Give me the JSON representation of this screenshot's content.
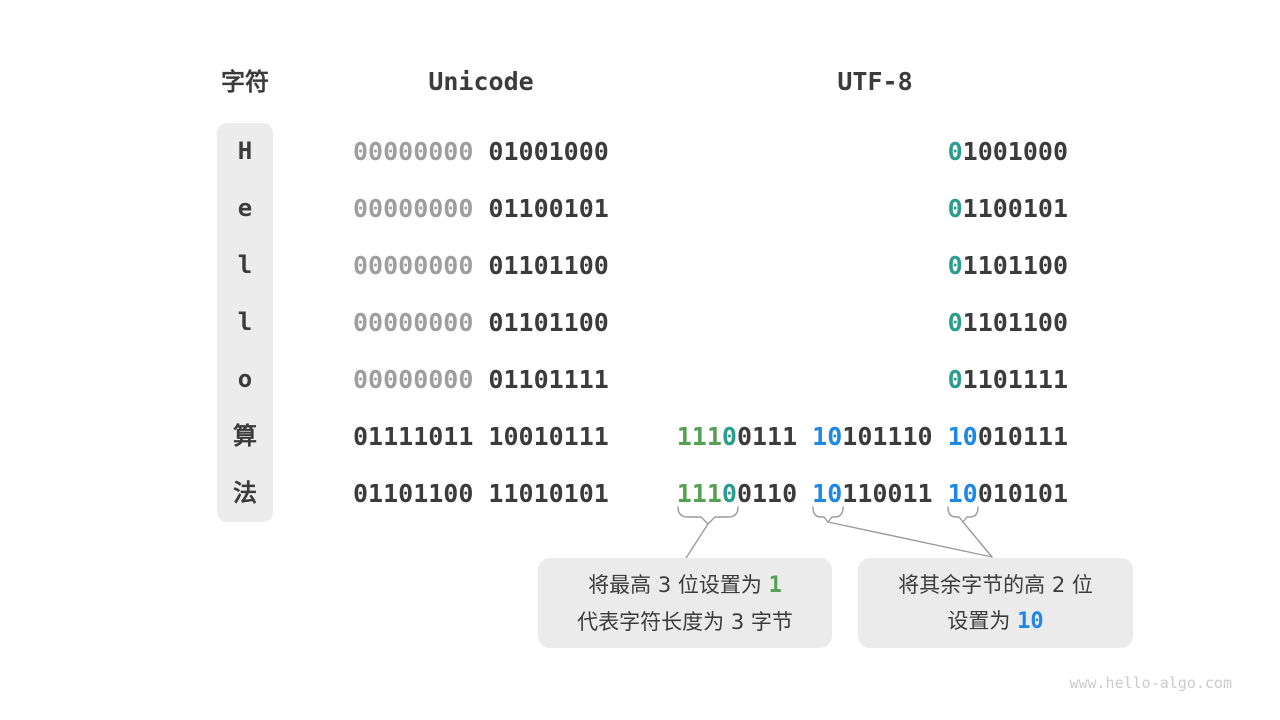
{
  "header": {
    "char_label": "字符",
    "unicode_label": "Unicode",
    "utf8_label": "UTF-8"
  },
  "colors": {
    "dark": "#3b3b3b",
    "muted_gray": "#9e9e9e",
    "teal": "#2a9d8f",
    "green": "#54a251",
    "blue": "#1e88e5",
    "box_bg": "#ebebeb",
    "strip_bg": "#ececec"
  },
  "rows": [
    {
      "char": "H",
      "unicode": [
        {
          "t": "00000000",
          "c": "muted"
        },
        {
          "t": "01001000",
          "c": "dark"
        }
      ],
      "utf8": [
        [
          {
            "t": "0",
            "c": "teal"
          },
          {
            "t": "1001000",
            "c": "dark"
          }
        ]
      ]
    },
    {
      "char": "e",
      "unicode": [
        {
          "t": "00000000",
          "c": "muted"
        },
        {
          "t": "01100101",
          "c": "dark"
        }
      ],
      "utf8": [
        [
          {
            "t": "0",
            "c": "teal"
          },
          {
            "t": "1100101",
            "c": "dark"
          }
        ]
      ]
    },
    {
      "char": "l",
      "unicode": [
        {
          "t": "00000000",
          "c": "muted"
        },
        {
          "t": "01101100",
          "c": "dark"
        }
      ],
      "utf8": [
        [
          {
            "t": "0",
            "c": "teal"
          },
          {
            "t": "1101100",
            "c": "dark"
          }
        ]
      ]
    },
    {
      "char": "l",
      "unicode": [
        {
          "t": "00000000",
          "c": "muted"
        },
        {
          "t": "01101100",
          "c": "dark"
        }
      ],
      "utf8": [
        [
          {
            "t": "0",
            "c": "teal"
          },
          {
            "t": "1101100",
            "c": "dark"
          }
        ]
      ]
    },
    {
      "char": "o",
      "unicode": [
        {
          "t": "00000000",
          "c": "muted"
        },
        {
          "t": "01101111",
          "c": "dark"
        }
      ],
      "utf8": [
        [
          {
            "t": "0",
            "c": "teal"
          },
          {
            "t": "1101111",
            "c": "dark"
          }
        ]
      ]
    },
    {
      "char": "算",
      "unicode": [
        {
          "t": "01111011",
          "c": "dark"
        },
        {
          "t": "10010111",
          "c": "dark"
        }
      ],
      "utf8": [
        [
          {
            "t": "111",
            "c": "green"
          },
          {
            "t": "0",
            "c": "teal"
          },
          {
            "t": "0111",
            "c": "dark"
          }
        ],
        [
          {
            "t": "10",
            "c": "blue"
          },
          {
            "t": "101110",
            "c": "dark"
          }
        ],
        [
          {
            "t": "10",
            "c": "blue"
          },
          {
            "t": "010111",
            "c": "dark"
          }
        ]
      ]
    },
    {
      "char": "法",
      "unicode": [
        {
          "t": "01101100",
          "c": "dark"
        },
        {
          "t": "11010101",
          "c": "dark"
        }
      ],
      "utf8": [
        [
          {
            "t": "111",
            "c": "green"
          },
          {
            "t": "0",
            "c": "teal"
          },
          {
            "t": "0110",
            "c": "dark"
          }
        ],
        [
          {
            "t": "10",
            "c": "blue"
          },
          {
            "t": "110011",
            "c": "dark"
          }
        ],
        [
          {
            "t": "10",
            "c": "blue"
          },
          {
            "t": "010101",
            "c": "dark"
          }
        ]
      ]
    }
  ],
  "annotations": {
    "left_box": {
      "line1_prefix": "将最高 3 位设置为 ",
      "line1_highlight": "1",
      "line2": "代表字符长度为 3 字节"
    },
    "right_box": {
      "line1": "将其余字节的高 2 位",
      "line2_prefix": "设置为 ",
      "line2_highlight": "10"
    }
  },
  "watermark": "www.hello-algo.com"
}
